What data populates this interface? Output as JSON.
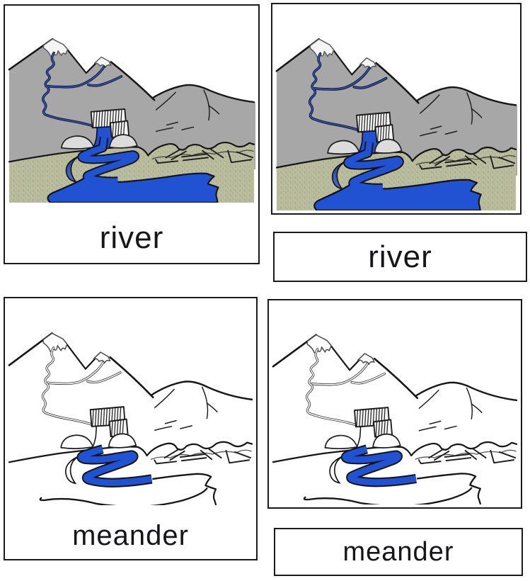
{
  "page": {
    "background": "#ffffff"
  },
  "cards": {
    "top_left": {
      "kind": "combined picture card",
      "label": "river",
      "style": "colored"
    },
    "top_right": {
      "kind": "picture card",
      "style": "colored"
    },
    "top_right_label": {
      "label": "river"
    },
    "bottom_left": {
      "kind": "combined picture card",
      "label": "meander",
      "style": "outline with blue meander highlight"
    },
    "bottom_right": {
      "kind": "picture card",
      "style": "outline with blue meander highlight"
    },
    "bottom_right_label": {
      "label": "meander"
    }
  },
  "colors": {
    "card_border": "#1a1a1a",
    "label_text": "#16161a",
    "river_blue": "#2152d2",
    "mountain_gray": "#a7a7a7",
    "plain_green": "#babd9e",
    "snow_white": "#f5f5f5",
    "rock_gray": "#dcdcdc"
  }
}
